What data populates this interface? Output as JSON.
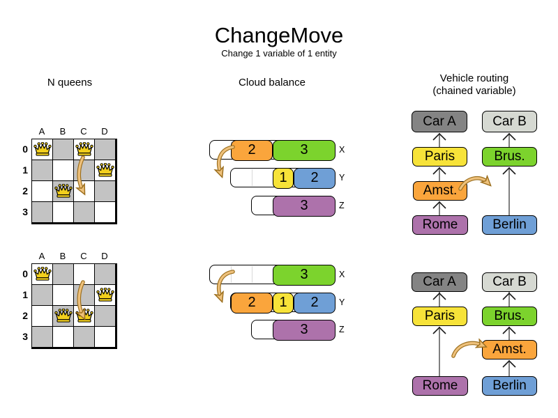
{
  "title": "ChangeMove",
  "subtitle": "Change 1 variable of 1 entity",
  "sections": {
    "nqueens": {
      "header": "N queens"
    },
    "cloud": {
      "header": "Cloud balance"
    },
    "vehicle_routing": {
      "header": "Vehicle routing",
      "header_note": "(chained variable)"
    }
  },
  "nqueens": {
    "col_labels": [
      "A",
      "B",
      "C",
      "D"
    ],
    "row_labels": [
      "0",
      "1",
      "2",
      "3"
    ],
    "before": {
      "queens": [
        "A0",
        "C0",
        "D1",
        "B2"
      ],
      "move": "queen moves from C0 to C2"
    },
    "after": {
      "queens": [
        "A0",
        "D1",
        "B2",
        "C2"
      ]
    }
  },
  "cloud": {
    "row_labels": [
      "X",
      "Y",
      "Z"
    ],
    "before": {
      "X": {
        "blocks": [
          {
            "value": "2",
            "color": "orange"
          },
          {
            "value": "3",
            "color": "green"
          }
        ]
      },
      "Y": {
        "blocks": [
          {
            "value": "1",
            "color": "yellow"
          },
          {
            "value": "2",
            "color": "blue"
          }
        ]
      },
      "Z": {
        "blocks": [
          {
            "value": "3",
            "color": "purple"
          }
        ]
      }
    },
    "after": {
      "X": {
        "blocks": [
          {
            "value": "3",
            "color": "green"
          }
        ]
      },
      "Y": {
        "blocks": [
          {
            "value": "2",
            "color": "orange"
          },
          {
            "value": "1",
            "color": "yellow"
          },
          {
            "value": "2",
            "color": "blue"
          }
        ]
      },
      "Z": {
        "blocks": [
          {
            "value": "3",
            "color": "purple"
          }
        ]
      }
    }
  },
  "vehicle_routing": {
    "before": {
      "car_a": "Car A",
      "car_b": "Car B",
      "paris": "Paris",
      "brus": "Brus.",
      "amst": "Amst.",
      "rome": "Rome",
      "berlin": "Berlin"
    },
    "after": {
      "car_a": "Car A",
      "car_b": "Car B",
      "paris": "Paris",
      "brus": "Brus.",
      "amst": "Amst.",
      "rome": "Rome",
      "berlin": "Berlin"
    }
  },
  "colors": {
    "orange": "#faa53c",
    "green": "#7cd32d",
    "yellow": "#f7e339",
    "blue": "#6f9fd6",
    "purple": "#ad72ab",
    "car_a_gray": "#848484",
    "car_b_gray": "#d6d9d2",
    "board_gray": "#c3c3c3",
    "move_arrow_fill": "#eec17c",
    "move_arrow_outline": "#9c6f1e"
  }
}
